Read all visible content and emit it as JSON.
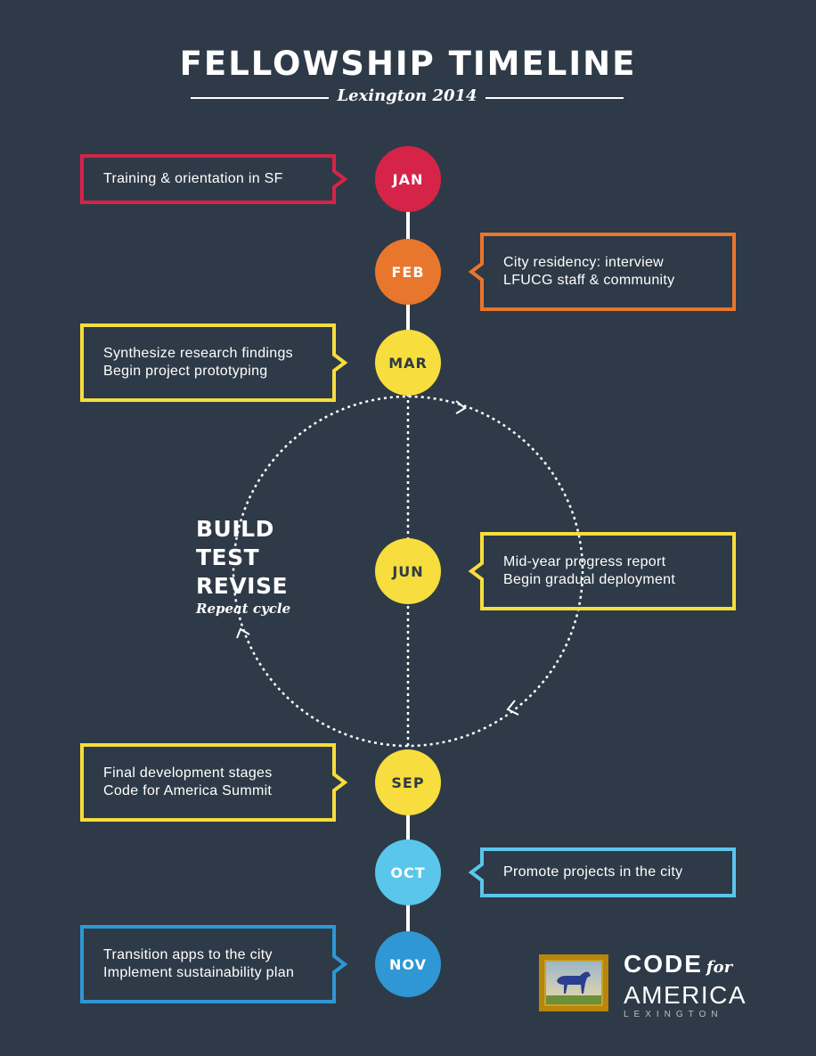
{
  "header": {
    "title": "FELLOWSHIP TIMELINE",
    "subtitle": "Lexington 2014"
  },
  "colors": {
    "background": "#2e3a47",
    "red": "#d62449",
    "orange": "#e8762c",
    "yellow": "#f7dd3d",
    "light_blue": "#5ac6ec",
    "blue": "#2f97d4",
    "connector": "#ffffff"
  },
  "timeline": [
    {
      "month": "JAN",
      "color": "red",
      "side": "left",
      "lines": [
        "Training & orientation in SF"
      ]
    },
    {
      "month": "FEB",
      "color": "orange",
      "side": "right",
      "lines": [
        "City residency: interview",
        "LFUCG staff & community"
      ]
    },
    {
      "month": "MAR",
      "color": "yellow",
      "side": "left",
      "lines": [
        "Synthesize research findings",
        "Begin project prototyping"
      ]
    },
    {
      "month": "JUN",
      "color": "yellow",
      "side": "right",
      "lines": [
        "Mid-year progress report",
        "Begin gradual deployment"
      ]
    },
    {
      "month": "SEP",
      "color": "yellow",
      "side": "left",
      "lines": [
        "Final development stages",
        "Code for America Summit"
      ]
    },
    {
      "month": "OCT",
      "color": "light_blue",
      "side": "right",
      "lines": [
        "Promote projects in the city"
      ]
    },
    {
      "month": "NOV",
      "color": "blue",
      "side": "left",
      "lines": [
        "Transition apps to the city",
        "Implement sustainability plan"
      ]
    }
  ],
  "cycle": {
    "words": [
      "BUILD",
      "TEST",
      "REVISE"
    ],
    "caption": "Repeat cycle"
  },
  "logo": {
    "icon": "framed-horse-painting-icon",
    "code": "CODE",
    "for": "for",
    "america": "AMERICA",
    "city": "LEXINGTON"
  }
}
